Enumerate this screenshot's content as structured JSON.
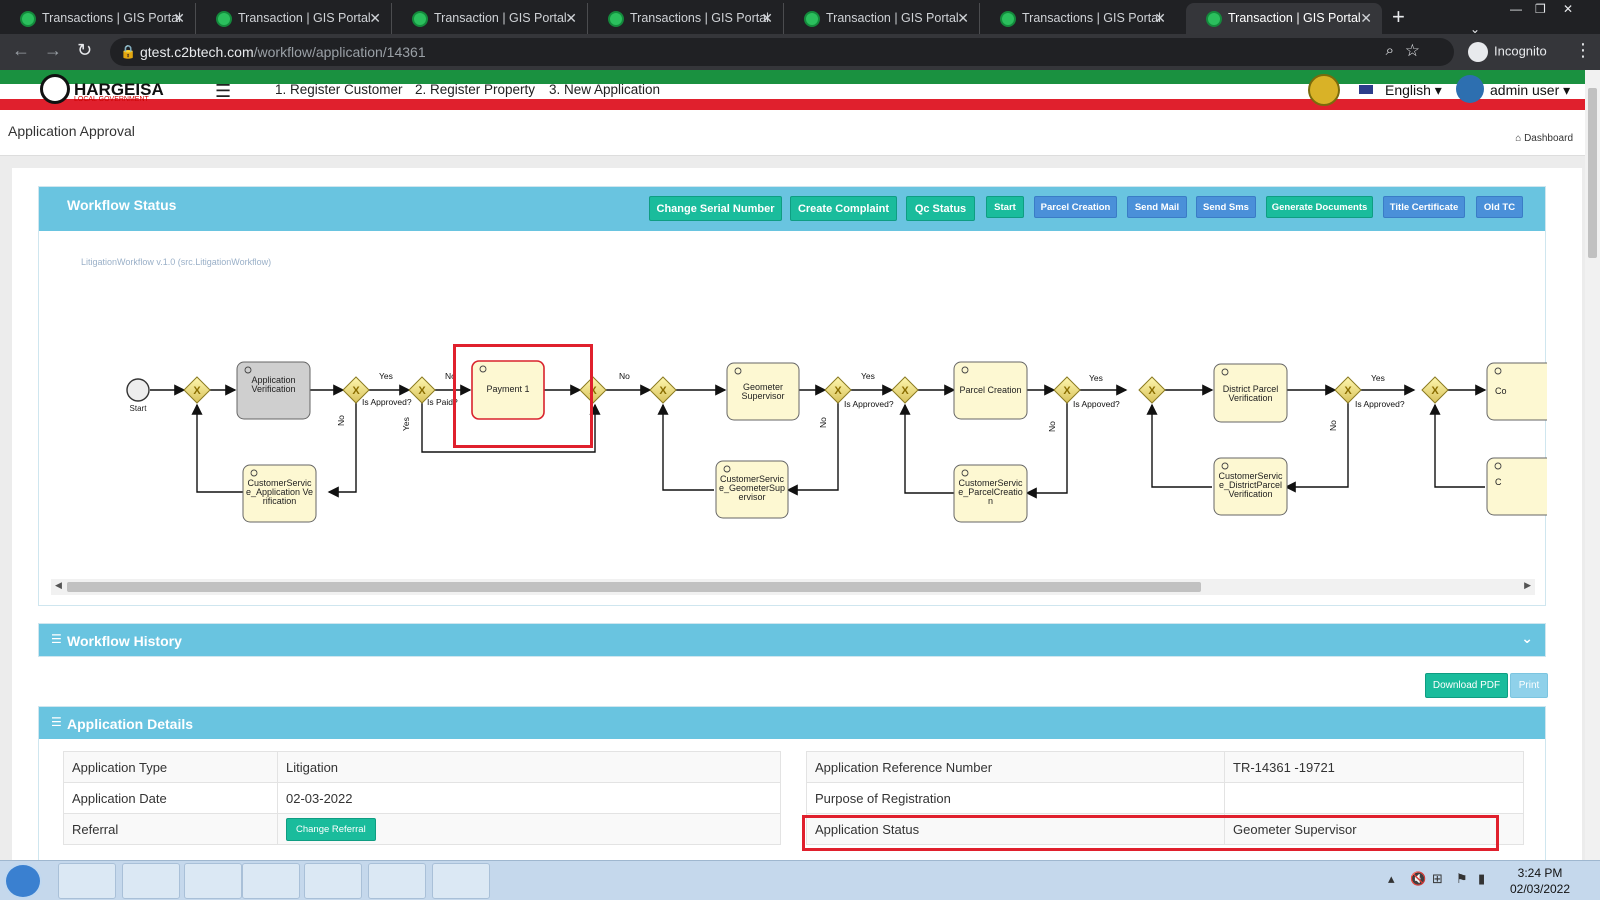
{
  "browser": {
    "tabs": [
      {
        "title": "Transactions | GIS Portal"
      },
      {
        "title": "Transaction | GIS Portal"
      },
      {
        "title": "Transaction | GIS Portal"
      },
      {
        "title": "Transactions | GIS Portal"
      },
      {
        "title": "Transaction | GIS Portal"
      },
      {
        "title": "Transactions | GIS Portal"
      },
      {
        "title": "Transaction | GIS Portal"
      }
    ],
    "url_host": "gtest.c2btech.com",
    "url_path": "/workflow/application/14361",
    "incognito_label": "Incognito"
  },
  "header": {
    "logo_text": "HARGEISA",
    "logo_sub": "LOCAL GOVERNMENT",
    "menu": [
      "1. Register Customer",
      "2. Register Property",
      "3. New Application"
    ],
    "language": "English",
    "user": "admin user"
  },
  "page": {
    "title": "Application Approval",
    "breadcrumb": "Dashboard"
  },
  "workflow_status": {
    "title": "Workflow Status",
    "buttons": [
      {
        "label": "Change Serial Number",
        "color": "#1abc9c"
      },
      {
        "label": "Create Complaint",
        "color": "#1abc9c"
      },
      {
        "label": "Qc Status",
        "color": "#1abc9c"
      },
      {
        "label": "Start",
        "color": "#1abc9c"
      },
      {
        "label": "Parcel Creation",
        "color": "#4a90d9"
      },
      {
        "label": "Send Mail",
        "color": "#4a90d9"
      },
      {
        "label": "Send Sms",
        "color": "#4a90d9"
      },
      {
        "label": "Generate Documents",
        "color": "#1abc9c"
      },
      {
        "label": "Title Certificate",
        "color": "#4a90d9"
      },
      {
        "label": "Old TC",
        "color": "#4a90d9"
      }
    ],
    "diagram": {
      "caption": "LitigationWorkflow v.1.0 (src.LitigationWorkflow)",
      "start_label": "Start",
      "tasks": {
        "t1": "Application Verification",
        "t2": "CustomerService_Application Verification",
        "t3": "Payment 1",
        "t4": "Geometer Supervisor",
        "t5": "CustomerService_GeometerSupervisor",
        "t6": "Parcel Creation",
        "t7": "CustomerService_ParcelCreation",
        "t8": "District Parcel Verification",
        "t9": "CustomerService_DistrictParcelVerification",
        "t10": "Co",
        "t11": "C"
      },
      "labels": {
        "yes1": "Yes",
        "approved1": "Is Approved?",
        "no1": "No",
        "paid": "Is Paid?",
        "yes_paid": "Yes",
        "no_paid": "No",
        "no2": "No",
        "yes3": "Yes",
        "approved3": "Is Approved?",
        "no3": "No",
        "yes4": "Yes",
        "approved4": "Is Appoved?",
        "no4": "No",
        "yes5": "Yes",
        "approved5": "Is Approved?",
        "no5": "No"
      }
    }
  },
  "workflow_history": {
    "title": "Workflow History"
  },
  "actions": {
    "download_pdf": "Download PDF",
    "print": "Print"
  },
  "application_details": {
    "title": "Application Details",
    "left_rows": [
      {
        "label": "Application Type",
        "value": "Litigation"
      },
      {
        "label": "Application Date",
        "value": "02-03-2022"
      },
      {
        "label": "Referral",
        "button": "Change Referral"
      }
    ],
    "right_rows": [
      {
        "label": "Application Reference Number",
        "value": "TR-14361 -19721"
      },
      {
        "label": "Purpose of Registration",
        "value": ""
      },
      {
        "label": "Application Status",
        "value": "Geometer Supervisor"
      }
    ]
  },
  "taskbar": {
    "time": "3:24 PM",
    "date": "02/03/2022"
  }
}
